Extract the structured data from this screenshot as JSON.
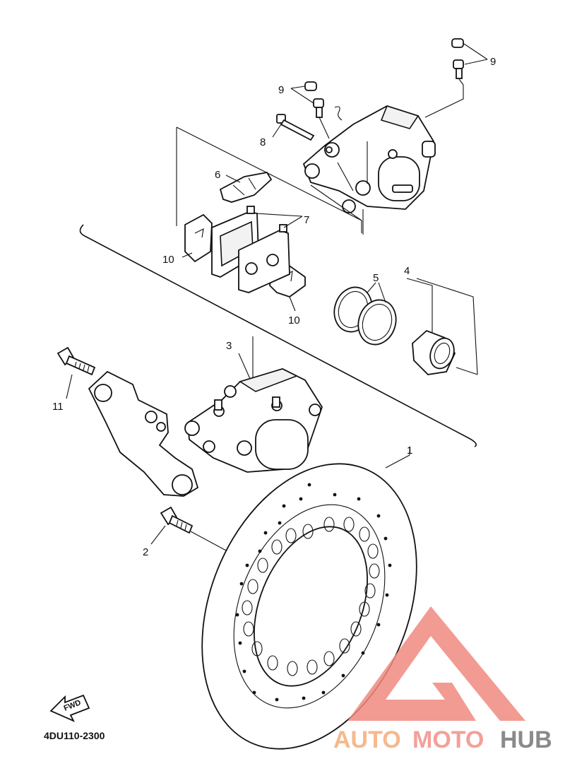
{
  "callouts": {
    "c1": "1",
    "c2": "2",
    "c3": "3",
    "c4": "4",
    "c5": "5",
    "c6": "6",
    "c7": "7",
    "c8": "8",
    "c9a": "9",
    "c9b": "9",
    "c10a": "10",
    "c10b": "10",
    "c11": "11"
  },
  "fwd_label": "FWD",
  "diagram_code": "4DU110-2300",
  "watermark": {
    "part1": "AUTO",
    "part2": "MOTO",
    "part3": "HUB",
    "color_auto": "#f6b98c",
    "color_moto": "#f3a09a",
    "color_hub": "#8a8a8a",
    "logo_color": "#f08a80"
  }
}
